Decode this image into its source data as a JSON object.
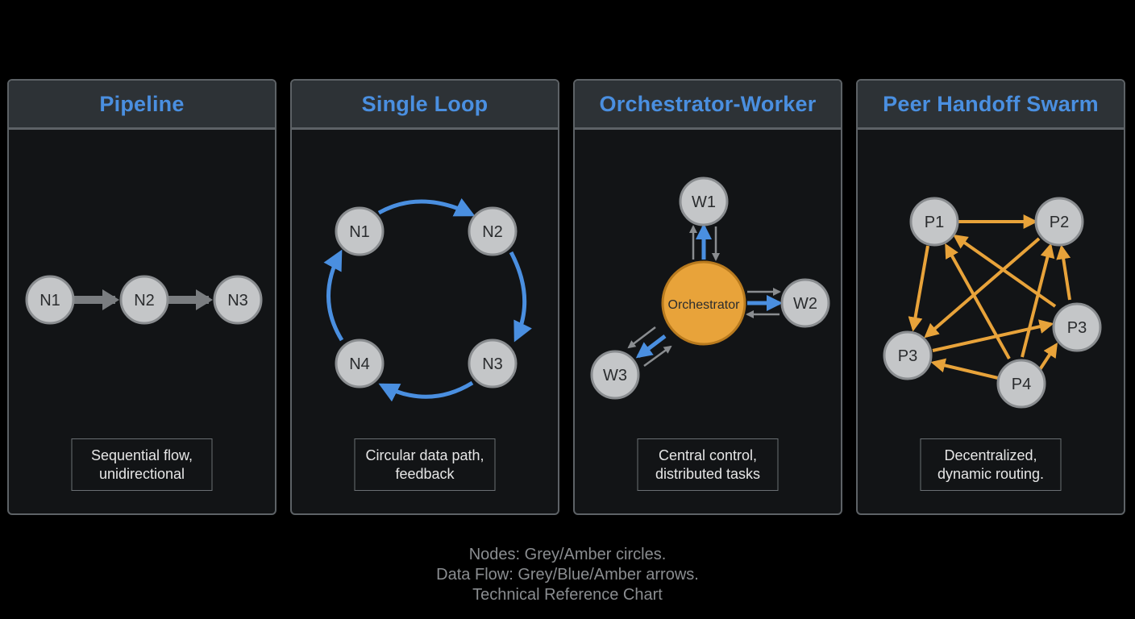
{
  "colors": {
    "accent_blue": "#4a8fe0",
    "amber": "#e8a33a",
    "grey_node": "#c4c6c8",
    "grey_arrow": "#7a7d80",
    "background": "#000000",
    "panel": "#121416"
  },
  "panels": [
    {
      "title": "Pipeline",
      "caption": [
        "Sequential flow,",
        "unidirectional"
      ],
      "nodes": [
        "N1",
        "N2",
        "N3"
      ]
    },
    {
      "title": "Single Loop",
      "caption": [
        "Circular data path,",
        "feedback"
      ],
      "nodes": [
        "N1",
        "N2",
        "N3",
        "N4"
      ]
    },
    {
      "title": "Orchestrator-Worker",
      "caption": [
        "Central control,",
        "distributed tasks"
      ],
      "hub": "Orchestrator",
      "nodes": [
        "W1",
        "W2",
        "W3"
      ]
    },
    {
      "title": "Peer Handoff Swarm",
      "caption": [
        "Decentralized,",
        "dynamic routing."
      ],
      "nodes": [
        "P1",
        "P2",
        "P3",
        "P3",
        "P4"
      ]
    }
  ],
  "footer": [
    "Nodes: Grey/Amber circles.",
    "Data Flow: Grey/Blue/Amber arrows.",
    "Technical Reference Chart"
  ]
}
